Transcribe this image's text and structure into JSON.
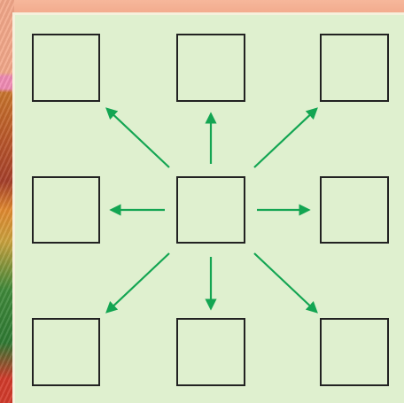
{
  "colors": {
    "background": "#f2a98c",
    "panel_fill": "#dff0cf",
    "panel_border": "#f5f0dc",
    "box_stroke": "#222222",
    "arrow": "#13a552"
  },
  "diagram": {
    "center_box": {
      "text": ""
    },
    "outer_boxes": [
      {
        "position": "top-left",
        "text": ""
      },
      {
        "position": "top",
        "text": ""
      },
      {
        "position": "top-right",
        "text": ""
      },
      {
        "position": "left",
        "text": ""
      },
      {
        "position": "right",
        "text": ""
      },
      {
        "position": "bottom-left",
        "text": ""
      },
      {
        "position": "bottom",
        "text": ""
      },
      {
        "position": "bottom-right",
        "text": ""
      }
    ],
    "arrows": [
      {
        "from": "center",
        "to": "top-left"
      },
      {
        "from": "center",
        "to": "top"
      },
      {
        "from": "center",
        "to": "top-right"
      },
      {
        "from": "center",
        "to": "left"
      },
      {
        "from": "center",
        "to": "right"
      },
      {
        "from": "center",
        "to": "bottom-left"
      },
      {
        "from": "center",
        "to": "bottom"
      },
      {
        "from": "center",
        "to": "bottom-right"
      }
    ]
  }
}
